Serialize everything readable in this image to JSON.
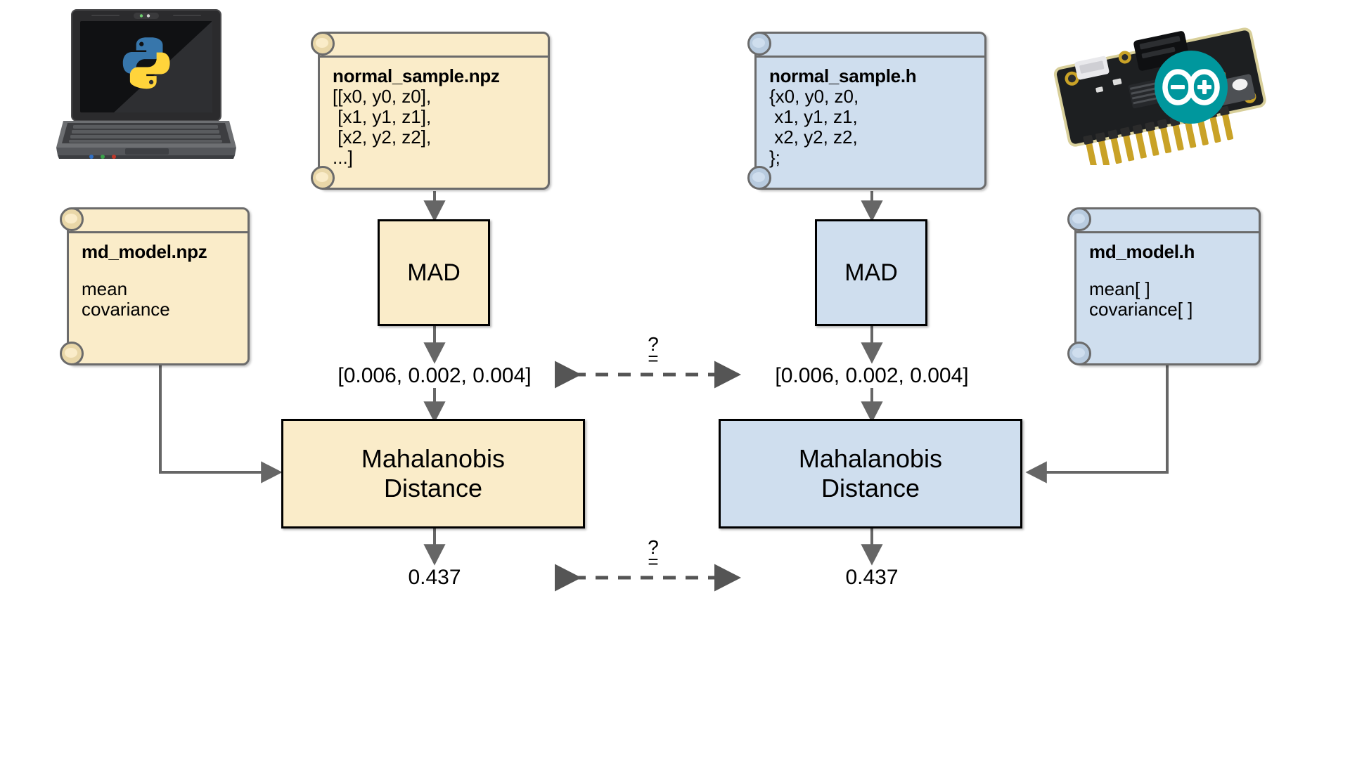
{
  "diagram": {
    "title": "MAD / Mahalanobis Distance Python vs Arduino comparison flow",
    "colors": {
      "yellow_fill": "#faecc9",
      "blue_fill": "#cfdeee",
      "note_border": "#6b6b6b",
      "box_border": "#000000",
      "arrow": "#666666",
      "arduino_teal": "#00979d",
      "python_blue": "#3776ab",
      "python_yellow": "#ffd43b"
    },
    "devices": {
      "left": {
        "name": "python-laptop",
        "logo": "python-logo"
      },
      "right": {
        "name": "arduino-board",
        "logo": "arduino-infinity-logo"
      }
    },
    "left_column": {
      "sample_note": {
        "title": "normal_sample.npz",
        "lines": [
          "[[x0, y0, z0],",
          " [x1, y1, z1],",
          " [x2, y2, z2],",
          "...]"
        ]
      },
      "model_note": {
        "title": "md_model.npz",
        "lines": [
          "mean",
          "covariance"
        ]
      },
      "mad_box": "MAD",
      "mad_output": "[0.006, 0.002, 0.004]",
      "distance_box": "Mahalanobis\nDistance",
      "distance_box_line1": "Mahalanobis",
      "distance_box_line2": "Distance",
      "distance_output": "0.437"
    },
    "right_column": {
      "sample_note": {
        "title": "normal_sample.h",
        "lines": [
          "{x0, y0, z0,",
          " x1, y1, z1,",
          " x2, y2, z2,",
          "};"
        ]
      },
      "model_note": {
        "title": "md_model.h",
        "lines": [
          "mean[ ]",
          "covariance[ ]"
        ]
      },
      "mad_box": "MAD",
      "mad_output": "[0.006, 0.002, 0.004]",
      "distance_box_line1": "Mahalanobis",
      "distance_box_line2": "Distance",
      "distance_output": "0.437"
    },
    "comparisons": [
      {
        "name": "mad-output-comparison",
        "question": "?",
        "equals": "="
      },
      {
        "name": "distance-output-comparison",
        "question": "?",
        "equals": "="
      }
    ]
  }
}
